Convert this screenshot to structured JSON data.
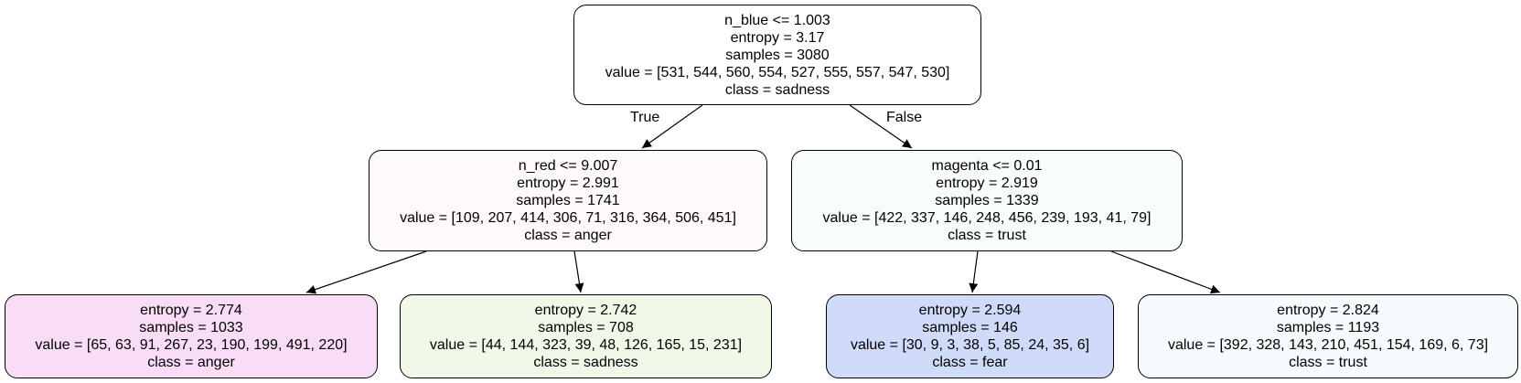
{
  "tree": {
    "root": {
      "lines": [
        "n_blue <= 1.003",
        "entropy = 3.17",
        "samples = 3080",
        "value = [531, 544, 560, 554, 527, 555, 557, 547, 530]",
        "class = sadness"
      ],
      "fill": "#ffffff"
    },
    "left": {
      "lines": [
        "n_red <= 9.007",
        "entropy = 2.991",
        "samples = 1741",
        "value = [109, 207, 414, 306, 71, 316, 364, 506, 451]",
        "class = anger"
      ],
      "fill": "#fef9fd"
    },
    "right": {
      "lines": [
        "magenta <= 0.01",
        "entropy = 2.919",
        "samples = 1339",
        "value = [422, 337, 146, 248, 456, 239, 193, 41, 79]",
        "class = trust"
      ],
      "fill": "#f9fcfd"
    },
    "left_left": {
      "lines": [
        "entropy = 2.774",
        "samples = 1033",
        "value = [65, 63, 91, 267, 23, 190, 199, 491, 220]",
        "class = anger"
      ],
      "fill": "#f9dcf6"
    },
    "left_right": {
      "lines": [
        "entropy = 2.742",
        "samples = 708",
        "value = [44, 144, 323, 39, 48, 126, 165, 15, 231]",
        "class = sadness"
      ],
      "fill": "#f0f9e8"
    },
    "right_left": {
      "lines": [
        "entropy = 2.594",
        "samples = 146",
        "value = [30, 9, 3, 38, 5, 85, 24, 35, 6]",
        "class = fear"
      ],
      "fill": "#cfdbf8"
    },
    "right_right": {
      "lines": [
        "entropy = 2.824",
        "samples = 1193",
        "value = [392, 328, 143, 210, 451, 154, 169, 6, 73]",
        "class = trust"
      ],
      "fill": "#f6fbfd"
    },
    "edge_labels": {
      "true": "True",
      "false": "False"
    }
  }
}
